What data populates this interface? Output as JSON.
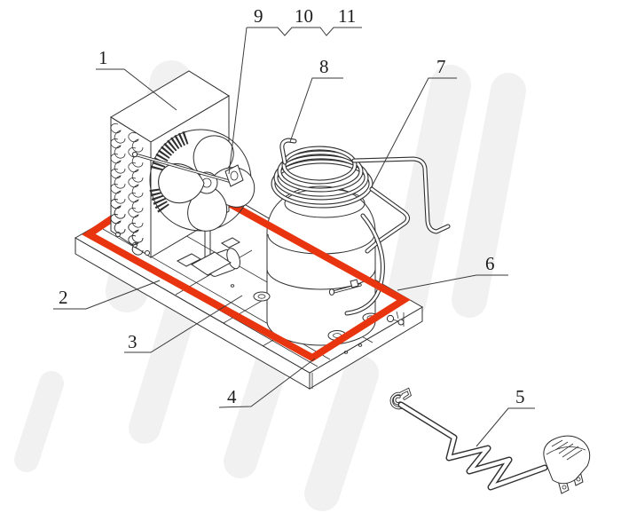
{
  "diagram": {
    "description": "isometric line drawing of a refrigeration condensing unit with numbered part callouts",
    "background_color": "#ffffff",
    "line_color": "#2f2f2f",
    "highlight_color": "#e8350f",
    "watermark_color": "#f1f1f1",
    "callouts": [
      {
        "number": "1"
      },
      {
        "number": "2"
      },
      {
        "number": "3"
      },
      {
        "number": "4"
      },
      {
        "number": "5"
      },
      {
        "number": "6"
      },
      {
        "number": "7"
      },
      {
        "number": "8"
      },
      {
        "number": "9"
      },
      {
        "number": "10"
      },
      {
        "number": "11"
      }
    ]
  }
}
